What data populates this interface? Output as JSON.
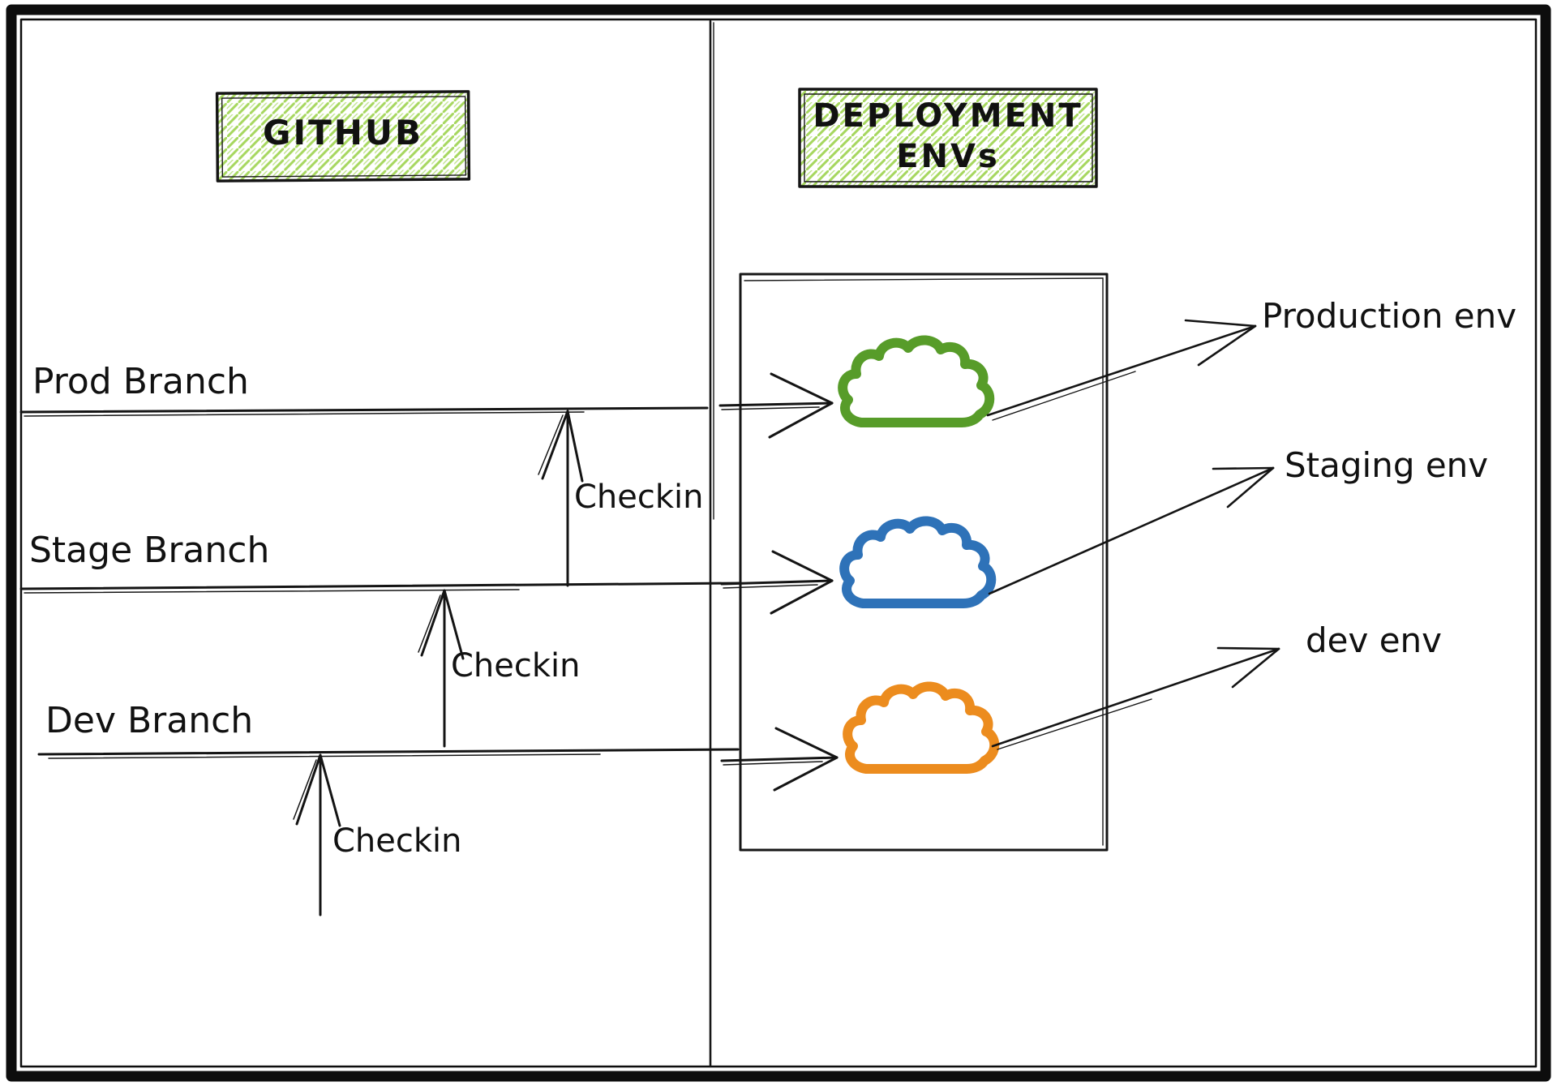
{
  "diagram": {
    "github_title": "GITHUB",
    "deployment_title": [
      "DEPLOYMENT",
      "ENVs"
    ],
    "branches": [
      {
        "label": "Prod Branch"
      },
      {
        "label": "Stage Branch"
      },
      {
        "label": "Dev Branch"
      }
    ],
    "checkin_labels": [
      "Checkin",
      "Checkin",
      "Checkin"
    ],
    "environments": [
      {
        "label": "Production env",
        "color": "#579c29"
      },
      {
        "label": "Staging env",
        "color": "#2e72b8"
      },
      {
        "label": "dev env",
        "color": "#ec8c1e"
      }
    ],
    "colors": {
      "ink": "#111111",
      "hatch_green": "#a6d75e"
    }
  }
}
